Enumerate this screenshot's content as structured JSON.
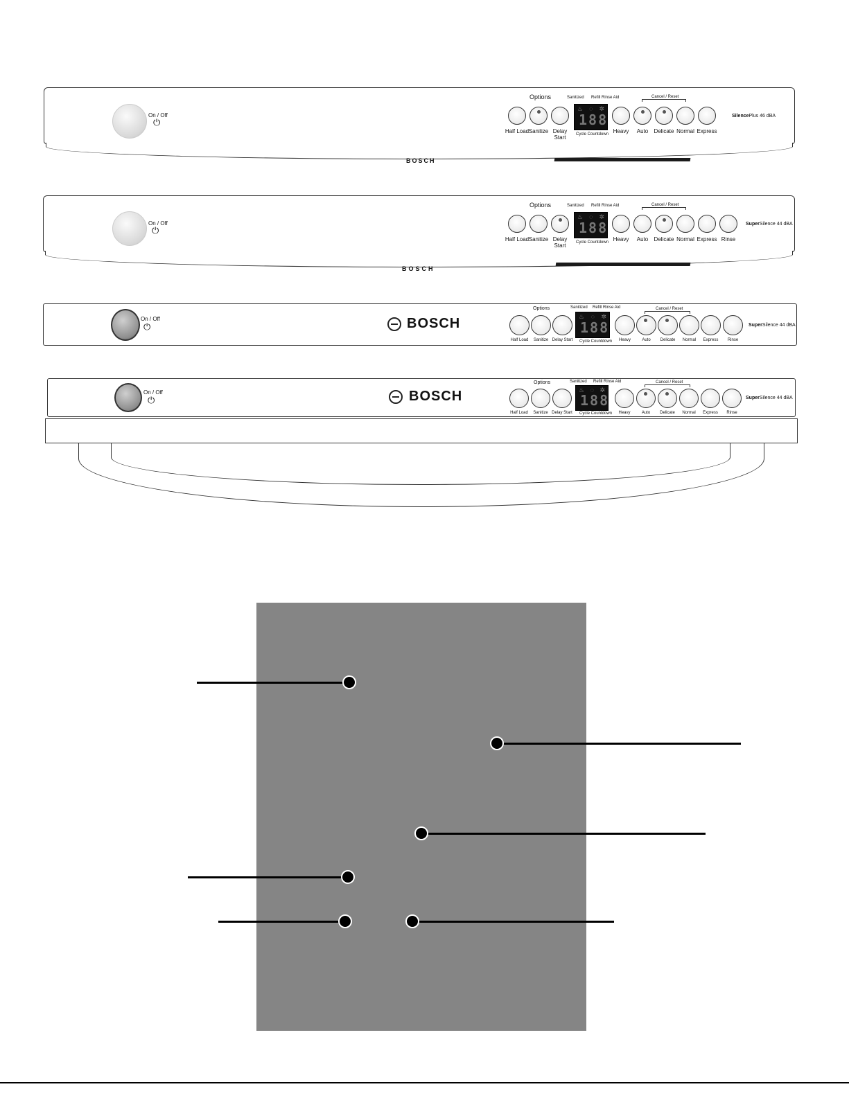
{
  "panels": [
    {
      "options": "Options",
      "sanitized": "Sanitized",
      "refill": "Refill Rinse Aid",
      "cancel": "Cancel / Reset",
      "onoff": "On / Off",
      "display": "188",
      "cycle": "Cycle Countdown",
      "buttons": [
        "Half Load",
        "Sanitize",
        "Delay Start",
        "Heavy",
        "Auto",
        "Delicate",
        "Normal",
        "Express"
      ],
      "model_bold": "Silence",
      "model_rest": "Plus 46 dBA",
      "bottom_brand": "BOSCH"
    },
    {
      "options": "Options",
      "sanitized": "Sanitized",
      "refill": "Refill Rinse Aid",
      "cancel": "Cancel / Reset",
      "onoff": "On / Off",
      "display": "188",
      "cycle": "Cycle Countdown",
      "buttons": [
        "Half Load",
        "Sanitize",
        "Delay Start",
        "Heavy",
        "Auto",
        "Delicate",
        "Normal",
        "Express",
        "Rinse"
      ],
      "model_bold": "Super",
      "model_rest": "Silence 44 dBA",
      "bottom_brand": "BOSCH"
    },
    {
      "options": "Options",
      "sanitized": "Sanitized",
      "refill": "Refill Rinse Aid",
      "cancel": "Cancel / Reset",
      "onoff": "On / Off",
      "display": "188",
      "cycle": "Cycle Countdown",
      "brand": "BOSCH",
      "buttons": [
        "Half Load",
        "Sanitize",
        "Delay Start",
        "Heavy",
        "Auto",
        "Delicate",
        "Normal",
        "Express",
        "Rinse"
      ],
      "model_bold": "Super",
      "model_rest": "Silence 44 dBA"
    },
    {
      "options": "Options",
      "sanitized": "Sanitized",
      "refill": "Refill Rinse Aid",
      "cancel": "Cancel / Reset",
      "onoff": "On / Off",
      "display": "188",
      "cycle": "Cycle Countdown",
      "brand": "BOSCH",
      "buttons": [
        "Half Load",
        "Sanitize",
        "Delay Start",
        "Heavy",
        "Auto",
        "Delicate",
        "Normal",
        "Express",
        "Rinse"
      ],
      "model_bold": "Super",
      "model_rest": "Silence 44 dBA"
    }
  ]
}
